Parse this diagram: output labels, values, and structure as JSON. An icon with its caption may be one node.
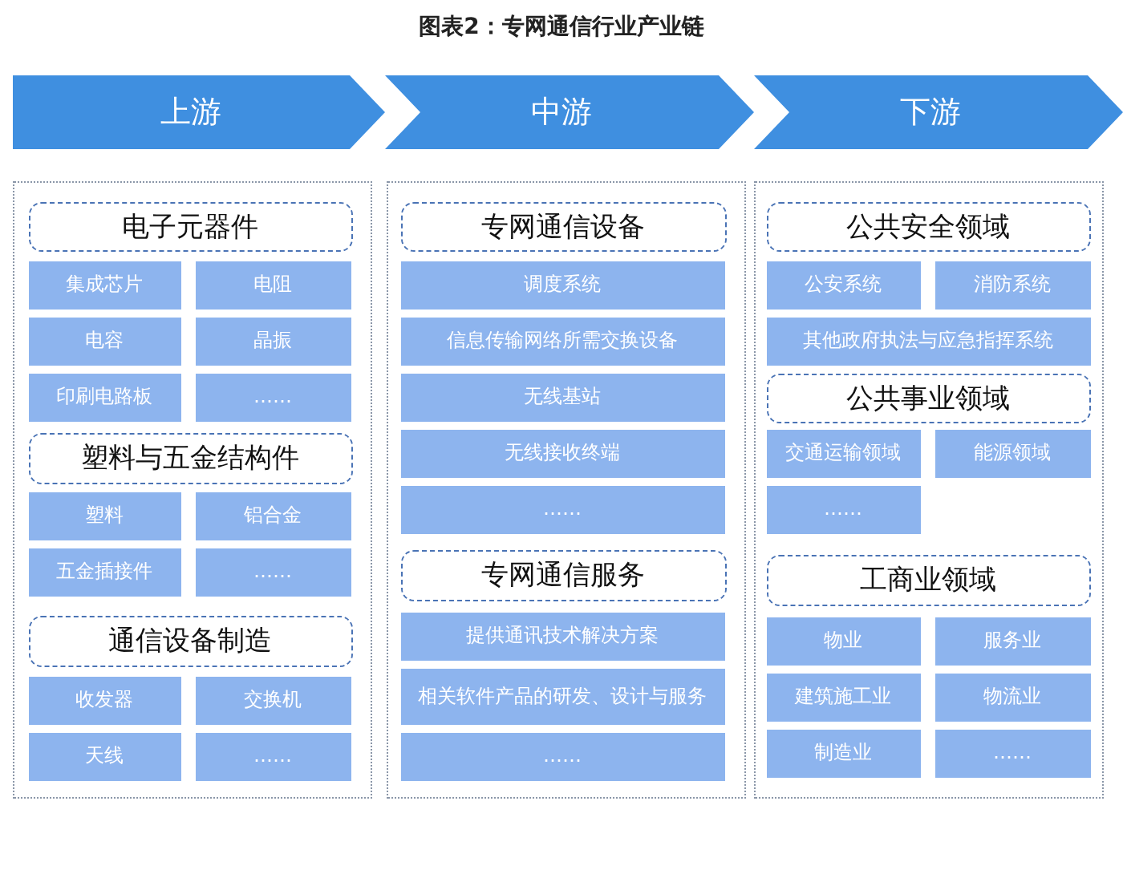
{
  "diagram": {
    "title": "图表2：专网通信行业产业链",
    "nodes": [
      {
        "text": [
          "上游"
        ]
      },
      {
        "text": [
          "中游"
        ]
      },
      {
        "text": [
          "下游"
        ]
      },
      {
        "text": [],
        "shape": "box"
      },
      {
        "text": [
          "电子元器件"
        ],
        "in": 3
      },
      {
        "text": [
          "集成芯片"
        ],
        "in": 3
      },
      {
        "text": [
          "电阻"
        ],
        "in": 3
      },
      {
        "text": [
          "电容"
        ],
        "in": 3
      },
      {
        "text": [
          "晶振"
        ],
        "in": 3
      },
      {
        "text": [
          "印刷电路板"
        ],
        "in": 3
      },
      {
        "text": [
          "……"
        ],
        "in": 3
      },
      {
        "text": [
          "塑料与五金结构件"
        ],
        "in": 3
      },
      {
        "text": [
          "塑料"
        ],
        "in": 3
      },
      {
        "text": [
          "铝合金"
        ],
        "in": 3
      },
      {
        "text": [
          "五金插接件"
        ],
        "in": 3
      },
      {
        "text": [
          "……"
        ],
        "in": 3
      },
      {
        "text": [
          "通信设备制造"
        ],
        "in": 3
      },
      {
        "text": [
          "收发器"
        ],
        "in": 3
      },
      {
        "text": [
          "交换机"
        ],
        "in": 3
      },
      {
        "text": [
          "天线"
        ],
        "in": 3
      },
      {
        "text": [
          "……"
        ],
        "in": 3
      },
      {
        "text": [],
        "shape": "box"
      },
      {
        "text": [
          "专网通信设备"
        ],
        "in": 21
      },
      {
        "text": [
          "调度系统"
        ],
        "in": 21
      },
      {
        "text": [
          "信息传输网络所需交换设备"
        ],
        "in": 21
      },
      {
        "text": [
          "无线基站"
        ],
        "in": 21
      },
      {
        "text": [
          "无线接收终端"
        ],
        "in": 21
      },
      {
        "text": [
          "……"
        ],
        "in": 21
      },
      {
        "text": [
          "专网通信服务"
        ],
        "in": 21
      },
      {
        "text": [
          "提供通讯技术解决方案"
        ],
        "in": 21
      },
      {
        "text": [
          "相关软件产品的研发、设计与服务"
        ],
        "in": 21
      },
      {
        "text": [
          "……"
        ],
        "in": 21
      },
      {
        "text": [],
        "shape": "box"
      },
      {
        "text": [
          "公共安全领域"
        ],
        "in": 32
      },
      {
        "text": [
          "公安系统"
        ],
        "in": 32
      },
      {
        "text": [
          "消防系统"
        ],
        "in": 32
      },
      {
        "text": [
          "其他政府执法与应急指挥系统"
        ],
        "in": 32
      },
      {
        "text": [
          "公共事业领域"
        ],
        "in": 32
      },
      {
        "text": [
          "交通运输领域"
        ],
        "in": 32
      },
      {
        "text": [
          "能源领域"
        ],
        "in": 32
      },
      {
        "text": [
          "……"
        ],
        "in": 32
      },
      {
        "text": [
          "工商业领域"
        ],
        "in": 32
      },
      {
        "text": [
          "物业"
        ],
        "in": 32
      },
      {
        "text": [
          "服务业"
        ],
        "in": 32
      },
      {
        "text": [
          "建筑施工业"
        ],
        "in": 32
      },
      {
        "text": [
          "物流业"
        ],
        "in": 32
      },
      {
        "text": [
          "制造业"
        ],
        "in": 32
      },
      {
        "text": [
          "……"
        ],
        "in": 32
      }
    ]
  }
}
